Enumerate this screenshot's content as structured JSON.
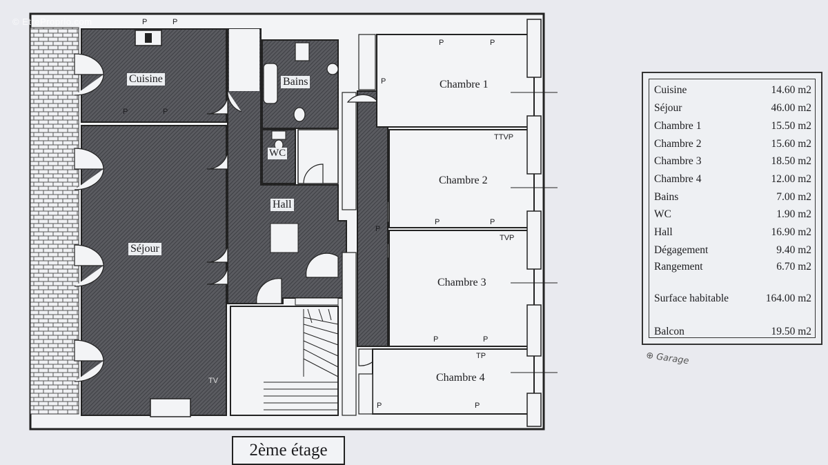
{
  "watermark": "© EtreProprio.com",
  "floor_title": "2ème étage",
  "rooms": {
    "cuisine": "Cuisine",
    "sejour": "Séjour",
    "bains": "Bains",
    "wc": "WC",
    "hall": "Hall",
    "chambre1": "Chambre 1",
    "chambre2": "Chambre 2",
    "chambre3": "Chambre 3",
    "chambre4": "Chambre 4"
  },
  "markers": {
    "p": "P",
    "ttvp": "TTVP",
    "tvp": "TVP",
    "tp": "TP",
    "tv": "TV"
  },
  "area_table": {
    "rows": [
      {
        "name": "Cuisine",
        "area": "14.60 m2"
      },
      {
        "name": "Séjour",
        "area": "46.00 m2"
      },
      {
        "name": "Chambre 1",
        "area": "15.50 m2"
      },
      {
        "name": "Chambre 2",
        "area": "15.60 m2"
      },
      {
        "name": "Chambre 3",
        "area": "18.50 m2"
      },
      {
        "name": "Chambre 4",
        "area": "12.00 m2"
      },
      {
        "name": "Bains",
        "area": "7.00 m2"
      },
      {
        "name": "WC",
        "area": "1.90 m2"
      },
      {
        "name": "Hall",
        "area": "16.90 m2"
      },
      {
        "name": "Dégagement",
        "area": "9.40 m2"
      },
      {
        "name": "Rangement",
        "area": "6.70 m2"
      }
    ],
    "total": {
      "name": "Surface habitable",
      "area": "164.00 m2"
    },
    "balcony": {
      "name": "Balcon",
      "area": "19.50 m2"
    }
  },
  "handwritten_note": "⊕ Garage"
}
